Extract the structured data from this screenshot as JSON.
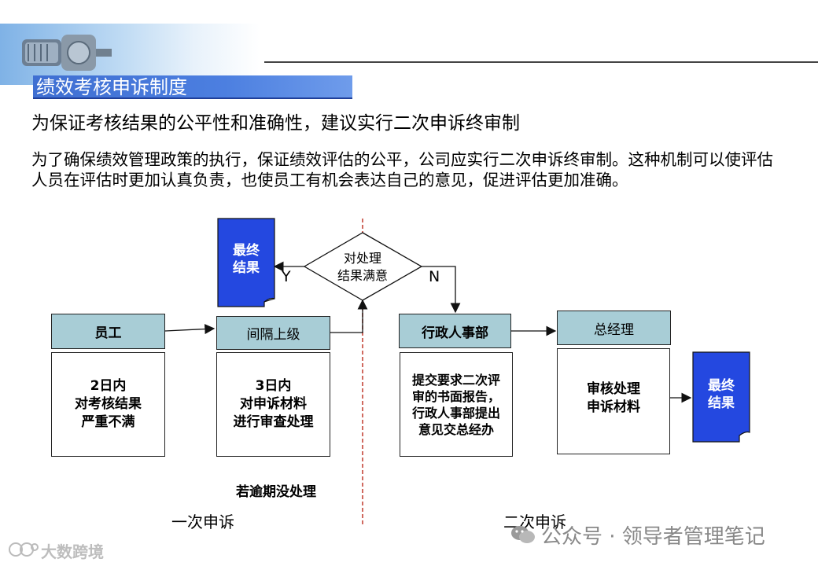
{
  "header": {
    "title": "绩效考核申诉制度",
    "subtitle": "为保证考核结果的公平性和准确性，建议实行二次申诉终审制",
    "paragraph": "为了确保绩效管理政策的执行，保证绩效评估的公平，公司应实行二次申诉终审制。这种机制可以使评估人员在评估时更加认真负责，也使员工有机会表达自己的意见，促进评估更加准确。"
  },
  "flow": {
    "employee": {
      "head": "员工",
      "body": [
        "2日内",
        "对考核结果",
        "严重不满"
      ]
    },
    "supervisor": {
      "head": "间隔上级",
      "body": [
        "3日内",
        "对申诉材料",
        "进行审查处理"
      ]
    },
    "hr": {
      "head": "行政人事部",
      "body": [
        "提交要求二次评",
        "审的书面报告，",
        "行政人事部提出",
        "意见交总经办"
      ]
    },
    "gm": {
      "head": "总经理",
      "body": [
        "审核处理",
        "申诉材料"
      ]
    },
    "decision": {
      "line1": "对处理",
      "line2": "结果满意",
      "yes": "Y",
      "no": "N"
    },
    "final_result_top": [
      "最终",
      "结果"
    ],
    "final_result_right": [
      "最终",
      "结果"
    ],
    "overdue_note": "若逾期没处理",
    "stage1": "一次申诉",
    "stage2": "二次申诉"
  },
  "watermarks": {
    "left": "大数跨境",
    "right": "公众号 · 领导者管理笔记"
  },
  "colors": {
    "title_bar": "#4c7fe0",
    "box_head": "#a8cdd6",
    "document_fill": "#2448e0",
    "divider": "#c0392b"
  }
}
